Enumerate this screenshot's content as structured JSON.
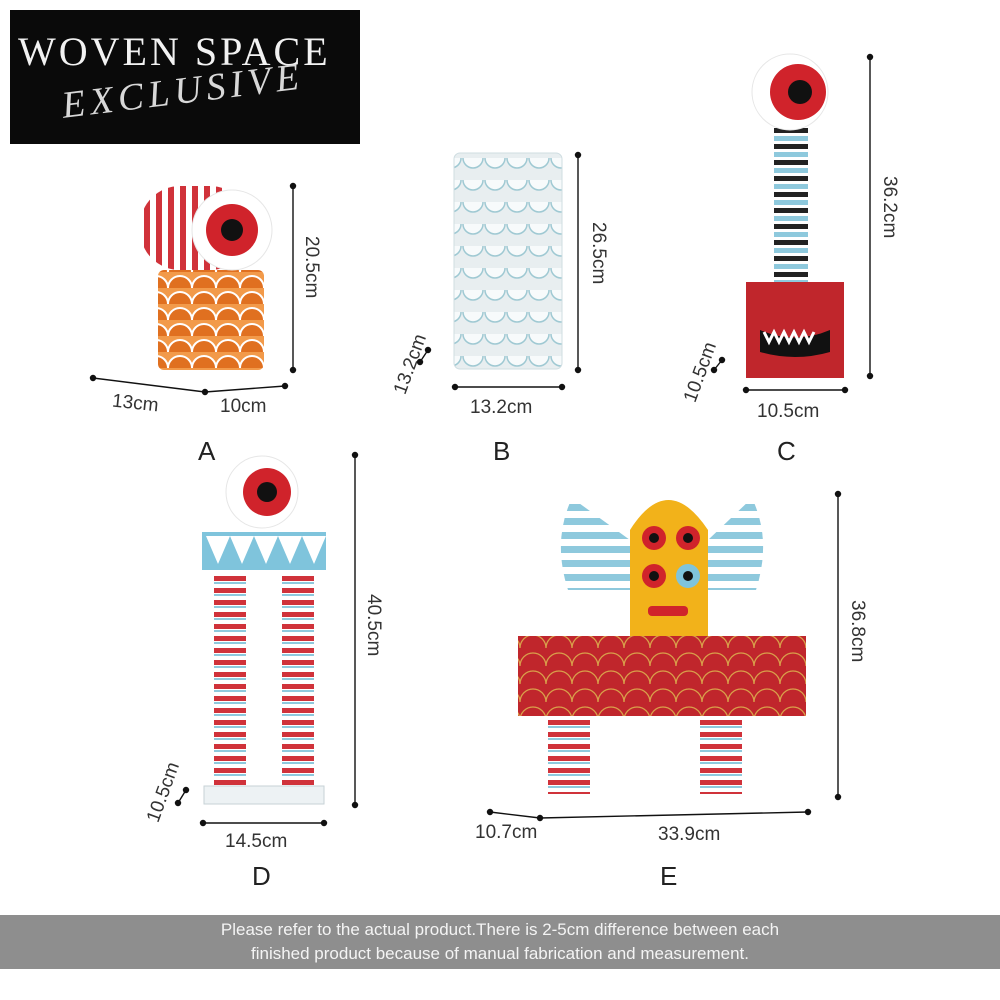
{
  "brand": {
    "line1": "WOVEN SPACE",
    "line2": "EXCLUSIVE"
  },
  "products": [
    {
      "letter": "A",
      "dims": {
        "depth": "13cm",
        "width": "10cm",
        "height": "20.5cm"
      }
    },
    {
      "letter": "B",
      "dims": {
        "depth": "13.2cm",
        "width": "13.2cm",
        "height": "26.5cm"
      }
    },
    {
      "letter": "C",
      "dims": {
        "depth": "10.5cm",
        "width": "10.5cm",
        "height": "36.2cm"
      }
    },
    {
      "letter": "D",
      "dims": {
        "depth": "10.5cm",
        "width": "14.5cm",
        "height": "40.5cm"
      }
    },
    {
      "letter": "E",
      "dims": {
        "depth": "10.7cm",
        "width": "33.9cm",
        "height": "36.8cm"
      }
    }
  ],
  "notice": {
    "line1": "Please refer to the actual product.There is 2-5cm difference between each",
    "line2": "finished product because of manual fabrication and measurement."
  },
  "colors": {
    "red": "#c0262c",
    "orange": "#e8802c",
    "blue": "#7fc4dc",
    "yellow": "#f2b21a",
    "notice_bg": "#8e8e8e"
  }
}
